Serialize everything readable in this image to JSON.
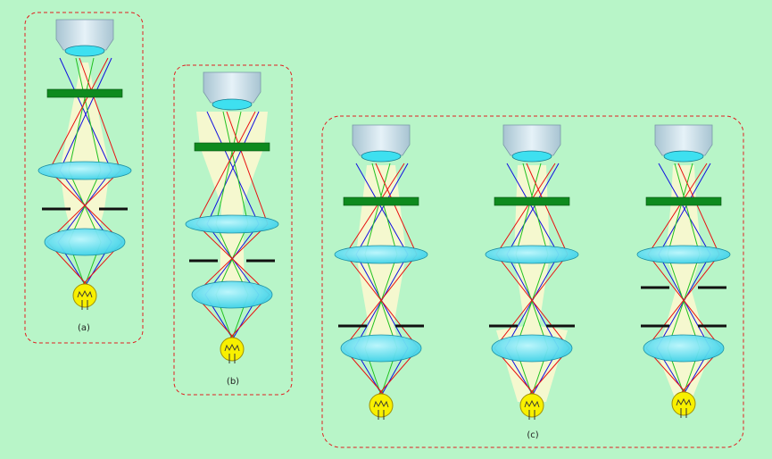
{
  "captions": {
    "a": "(a)",
    "b": "(b)",
    "c": "(c)"
  },
  "colors": {
    "background": "#b8f5c8",
    "frame": "#e02020",
    "objective_body": "#c8dde8",
    "objective_lens": "#3ee0f0",
    "lens": "#40d8ee",
    "filter": "#0e8a1e",
    "diaphragm": "#111111",
    "lamp": "#f8f000",
    "light_cone": "#fff8d0",
    "ray_red": "#e81010",
    "ray_green": "#20c020",
    "ray_blue": "#1010e0"
  }
}
